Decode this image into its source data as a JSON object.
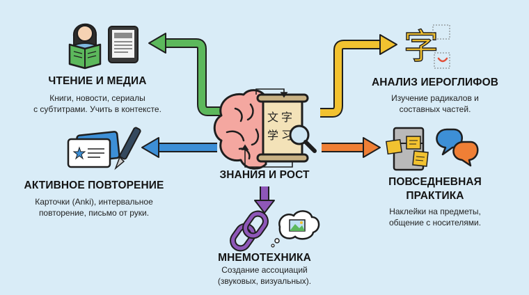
{
  "center": {
    "title": "ЗНАНИЯ И РОСТ",
    "glyphs": [
      "文",
      "字",
      "学",
      "习"
    ]
  },
  "nodes": {
    "reading": {
      "title": "ЧТЕНИЕ И МЕДИА",
      "desc_line1": "Книги, новости, сериалы",
      "desc_line2": "с субтитрами. Учить в контексте."
    },
    "review": {
      "title": "АКТИВНОЕ ПОВТОРЕНИЕ",
      "desc_line1": "Карточки (Anki), интервальное",
      "desc_line2": "повторение, письмо от руки."
    },
    "mnemonics": {
      "title": "МНЕМОТЕХНИКА",
      "desc_line1": "Создание ассоциаций",
      "desc_line2": "(звуковых, визуальных)."
    },
    "hieroglyphs": {
      "title": "АНАЛИЗ ИЕРОГЛИФОВ",
      "desc_line1": "Изучение радикалов и",
      "desc_line2": "составных частей.",
      "glyph": "字"
    },
    "daily": {
      "title_line1": "ПОВСЕДНЕВНАЯ",
      "title_line2": "ПРАКТИКА",
      "desc_line1": "Наклейки на предметы,",
      "desc_line2": "общение с носителями."
    }
  },
  "colors": {
    "background": "#d9ecf7",
    "arrow_reading": "#5cb85c",
    "arrow_review": "#3d8fd6",
    "arrow_mnemonics": "#8e57b8",
    "arrow_hieroglyphs": "#f2c230",
    "arrow_daily": "#ef7f35",
    "brain": "#f4a7a0",
    "outline": "#1e1e1e"
  }
}
